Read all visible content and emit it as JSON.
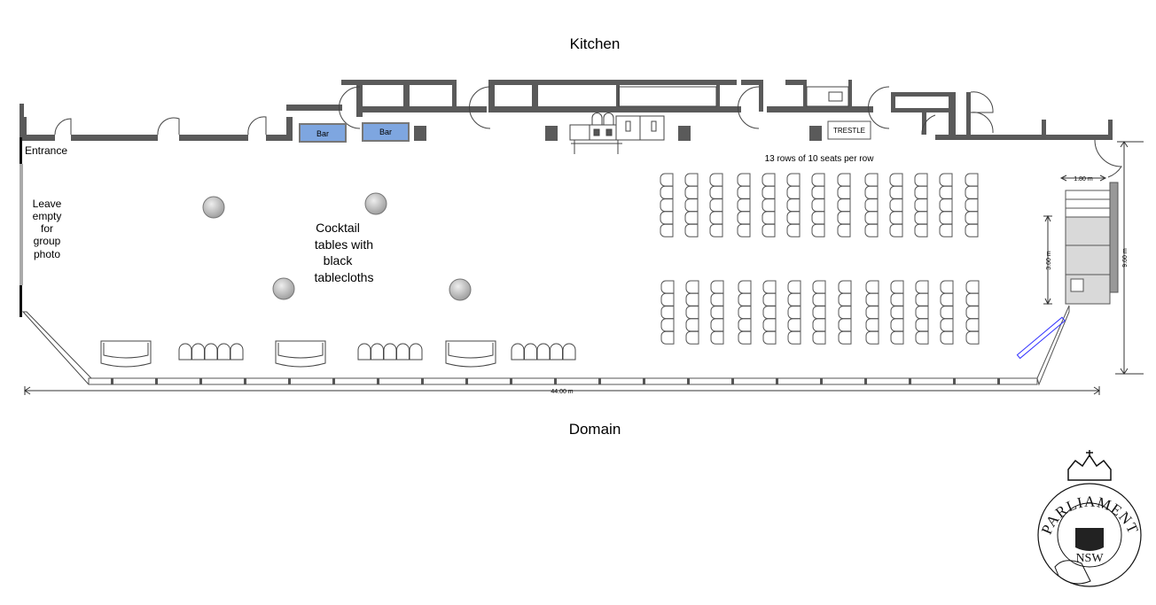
{
  "labels": {
    "kitchen": "Kitchen",
    "domain": "Domain",
    "entrance": "Entrance",
    "group_photo": [
      "Leave",
      "empty",
      "for",
      "group",
      "photo"
    ],
    "cocktail": [
      "Cocktail",
      "tables with",
      "black",
      "tablecloths"
    ],
    "seating_note": "13 rows of 10 seats per row",
    "bar1": "Bar",
    "bar2": "Bar",
    "trestle": "TRESTLE"
  },
  "dimensions": {
    "overall_length": "44.00 m",
    "overall_depth": "9.60 m",
    "stage_width": "1.80 m",
    "stage_depth": "3.60 m"
  },
  "seating": {
    "rows": 13,
    "seats_per_row": 10,
    "blocks": 2,
    "seats_per_block_column": 5
  },
  "logo": {
    "text_top": "PARLIAMENT",
    "text_bottom": "NSW"
  },
  "colors": {
    "wall": "#5a5a5a",
    "bar": "#7ea6e0",
    "stage": "#d9d9d9",
    "accent_blue": "#3333ff"
  }
}
